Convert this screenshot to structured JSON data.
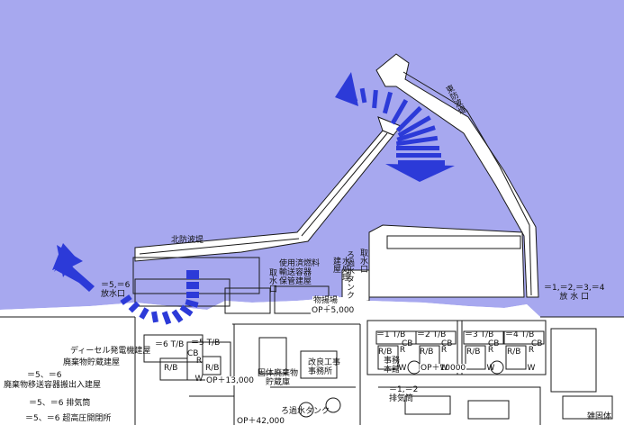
{
  "colors": {
    "sea": "#a7a8ef",
    "land": "#ffffff",
    "line": "#1a1a1a",
    "arrow": "#2c3ad8"
  },
  "breakwaters": {
    "north": "北防波堤",
    "east": "東防波堤"
  },
  "intakes": {
    "intake_a": "取水口",
    "intake_b": "取水口"
  },
  "outfalls": {
    "unit56": "＝5,＝6\n放水口",
    "unit1234": "＝1,＝2,＝3,＝4\n放 水 口"
  },
  "facilities": {
    "spent_fuel": "使用済燃料\n輸送容器\n保管建屋",
    "water_treatment": "水処理\n建屋",
    "filtered_water": "ろ過水タンク",
    "storage_yard": "物揚場",
    "storage_op": "OP＋5,000",
    "diesel": "ディーセル発電機建屋",
    "waste_storage": "廃棄物貯蔵建屋",
    "unit56_label": "＝5、＝6",
    "waste_transport": "廃棄物移送容器搬出入建屋",
    "stack56": "＝5、＝6 排気筒",
    "hv_switch": "＝5、＝6 超高圧開閉所",
    "solid_waste": "固体廃棄物\n貯蔵庫",
    "renovation": "改良工事\n事務所",
    "stack12": "＝1,＝2\n排気筒",
    "office": "事務\n本館",
    "op_10000": "OP＋10000",
    "op_13000": "OP＋13,000",
    "op_42000": "OP＋42,000",
    "filtered_tank2": "ろ過水タンク",
    "tank_bottom": "雑固体"
  },
  "units": [
    {
      "id": "6",
      "tb": "＝6 T/B",
      "rb": "R/B"
    },
    {
      "id": "5",
      "tb": "＝5 T/B",
      "cb": "CB",
      "rb": "R/B",
      "rw": "R W",
      "rw2": "R/B"
    },
    {
      "id": "1",
      "tb": "＝1 T/B",
      "cb": "CB",
      "rb": "R/B",
      "rw": "R W"
    },
    {
      "id": "2",
      "tb": "＝2 T/B",
      "cb": "CB",
      "rb": "R/B",
      "rw": "R W"
    },
    {
      "id": "3",
      "tb": "＝3 T/B",
      "cb": "CB",
      "rb": "R/B",
      "rw": "R W"
    },
    {
      "id": "4",
      "tb": "＝4 T/B",
      "cb": "CB",
      "rb": "R/B",
      "rw": "R W"
    }
  ]
}
